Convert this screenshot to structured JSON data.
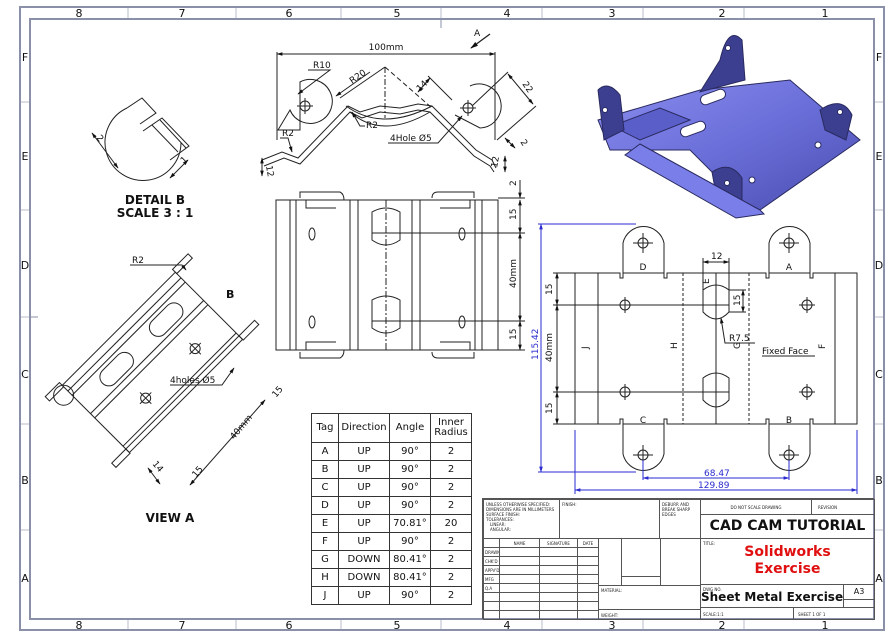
{
  "border": {
    "columns": [
      "8",
      "7",
      "6",
      "5",
      "4",
      "3",
      "2",
      "1"
    ],
    "rows": [
      "F",
      "E",
      "D",
      "C",
      "B",
      "A"
    ],
    "frame_color": "#8a90a8"
  },
  "top_view": {
    "dim_width": "100mm",
    "r10": "R10",
    "r20": "R20",
    "r2_center": "R2",
    "r2_left": "R2",
    "dim_14": "14",
    "dim_22": "22",
    "dim_2": "2",
    "dim_12_left": "12",
    "dim_12_right": "12",
    "hole_note": "4Hole Ø5",
    "view_arrow": "A"
  },
  "detail_b": {
    "title": "DETAIL B",
    "scale": "SCALE 3 : 1",
    "dim_2": "2",
    "dim_1": "1"
  },
  "front_view": {
    "dim_2": "2",
    "dim_15_top": "15",
    "dim_40": "40mm",
    "dim_15_bottom": "15"
  },
  "view_a": {
    "title": "VIEW A",
    "r2": "R2",
    "detail_ref": "B",
    "hole_note": "4holes Ø5",
    "dim_15_a": "15",
    "dim_40": "40mm",
    "dim_15_b": "15",
    "dim_14": "14"
  },
  "flat_pattern": {
    "dim_12": "12",
    "dim_15_slot": "15",
    "r75": "R7.5",
    "dim_15_top": "15",
    "dim_40": "40mm",
    "dim_15_bottom": "15",
    "dim_overall_height": "115.42",
    "dim_68": "68.47",
    "dim_129": "129.89",
    "fixed_face": "Fixed Face",
    "tags": {
      "A": "A",
      "B": "B",
      "C": "C",
      "D": "D",
      "E": "E",
      "F": "F",
      "G": "G",
      "H": "H",
      "J": "J"
    },
    "dim_color": "#2a2ad0"
  },
  "bend_table": {
    "headers": [
      "Tag",
      "Direction",
      "Angle",
      "Inner Radius"
    ],
    "rows": [
      [
        "A",
        "UP",
        "90°",
        "2"
      ],
      [
        "B",
        "UP",
        "90°",
        "2"
      ],
      [
        "C",
        "UP",
        "90°",
        "2"
      ],
      [
        "D",
        "UP",
        "90°",
        "2"
      ],
      [
        "E",
        "UP",
        "70.81°",
        "20"
      ],
      [
        "F",
        "UP",
        "90°",
        "2"
      ],
      [
        "G",
        "DOWN",
        "80.41°",
        "2"
      ],
      [
        "H",
        "DOWN",
        "80.41°",
        "2"
      ],
      [
        "J",
        "UP",
        "90°",
        "2"
      ]
    ]
  },
  "title_block": {
    "tolerances_note": [
      "UNLESS OTHERWISE SPECIFIED:",
      "DIMENSIONS ARE IN MILLIMETERS",
      "SURFACE FINISH:",
      "TOLERANCES:",
      "  LINEAR:",
      "  ANGULAR:"
    ],
    "finish_label": "FINISH:",
    "deburr_note": [
      "DEBURR AND",
      "BREAK SHARP",
      "EDGES"
    ],
    "do_not_scale": "DO NOT SCALE DRAWING",
    "revision_label": "REVISION",
    "company": "CAD CAM TUTORIAL",
    "title_label": "TITLE:",
    "title_line1": "Solidworks",
    "title_line2": "Exercise",
    "title_color": "#e01010",
    "name_col": "NAME",
    "signature_col": "SIGNATURE",
    "date_col": "DATE",
    "roles": [
      "DRAWN",
      "CHK'D",
      "APPV'D",
      "MFG",
      "Q.A"
    ],
    "material_label": "MATERIAL:",
    "weight_label": "WEIGHT:",
    "dwg_no_label": "DWG NO.",
    "dwg_no": "Sheet Metal Exercise",
    "size": "A3",
    "scale_label": "SCALE:1:1",
    "sheet_label": "SHEET 1 OF 1"
  }
}
